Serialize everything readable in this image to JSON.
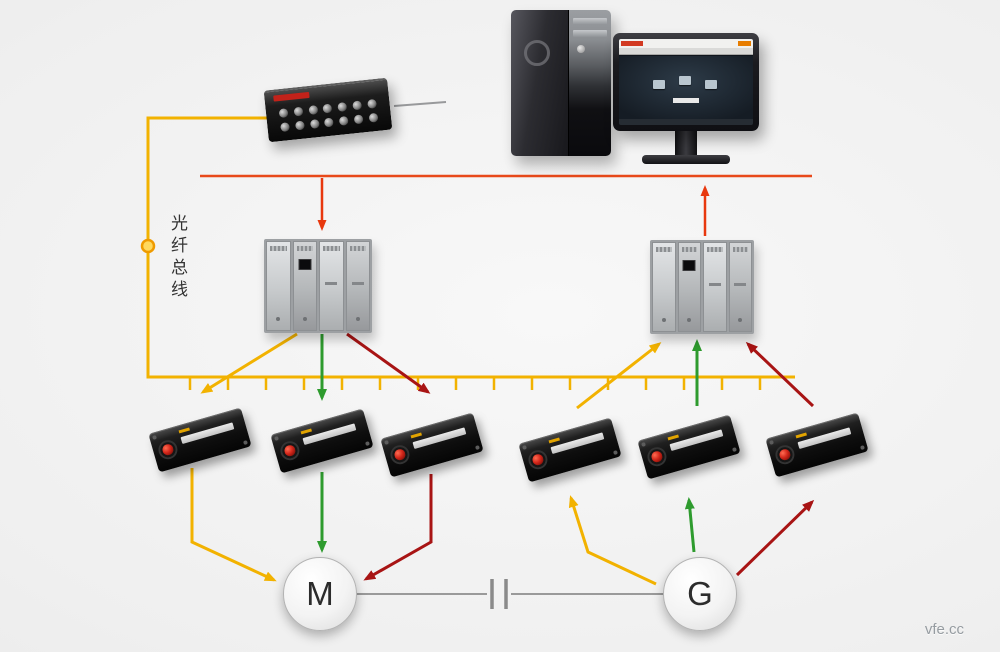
{
  "diagram": {
    "type": "system-topology",
    "labels": {
      "fiber_bus": "光纤总线",
      "motor": "M",
      "generator": "G"
    },
    "watermark": "vfe.cc",
    "colors": {
      "fiber_yellow": "#F2B200",
      "forward_green": "#2E9B2E",
      "feedback_dark_red": "#A81414",
      "bus_red": "#E8491A",
      "background": "#EFEFEF"
    },
    "nodes": [
      {
        "id": "fiber-hub",
        "kind": "optical-fiber-hub"
      },
      {
        "id": "host-pc",
        "kind": "computer-tower-with-monitor"
      },
      {
        "id": "cabinet-left",
        "kind": "converter-cabinet"
      },
      {
        "id": "cabinet-right",
        "kind": "converter-cabinet"
      },
      {
        "id": "transceiver-1",
        "kind": "optical-transceiver"
      },
      {
        "id": "transceiver-2",
        "kind": "optical-transceiver"
      },
      {
        "id": "transceiver-3",
        "kind": "optical-transceiver"
      },
      {
        "id": "transceiver-4",
        "kind": "optical-transceiver"
      },
      {
        "id": "transceiver-5",
        "kind": "optical-transceiver"
      },
      {
        "id": "transceiver-6",
        "kind": "optical-transceiver"
      },
      {
        "id": "motor",
        "label": "M"
      },
      {
        "id": "generator",
        "label": "G"
      }
    ],
    "edges": [
      {
        "from": "host-pc",
        "to": "cabinet-left",
        "color": "bus_red",
        "direction": "down"
      },
      {
        "from": "cabinet-right",
        "to": "host-pc",
        "color": "bus_red",
        "direction": "up"
      },
      {
        "from": "fiber-hub",
        "to": "fiber-bus",
        "color": "fiber_yellow"
      },
      {
        "from": "cabinet-left",
        "to": "transceiver-1",
        "color": "fiber_yellow"
      },
      {
        "from": "cabinet-left",
        "to": "transceiver-2",
        "color": "forward_green"
      },
      {
        "from": "cabinet-left",
        "to": "transceiver-3",
        "color": "feedback_dark_red"
      },
      {
        "from": "transceiver-1",
        "to": "motor",
        "color": "fiber_yellow"
      },
      {
        "from": "transceiver-2",
        "to": "motor",
        "color": "forward_green"
      },
      {
        "from": "transceiver-3",
        "to": "motor",
        "color": "feedback_dark_red"
      },
      {
        "from": "generator",
        "to": "transceiver-4",
        "color": "fiber_yellow"
      },
      {
        "from": "generator",
        "to": "transceiver-5",
        "color": "forward_green"
      },
      {
        "from": "generator",
        "to": "transceiver-6",
        "color": "feedback_dark_red"
      },
      {
        "from": "transceiver-4",
        "to": "cabinet-right",
        "color": "fiber_yellow"
      },
      {
        "from": "transceiver-5",
        "to": "cabinet-right",
        "color": "forward_green"
      },
      {
        "from": "transceiver-6",
        "to": "cabinet-right",
        "color": "feedback_dark_red"
      },
      {
        "from": "motor",
        "to": "generator",
        "kind": "shaft-coupling"
      }
    ]
  }
}
